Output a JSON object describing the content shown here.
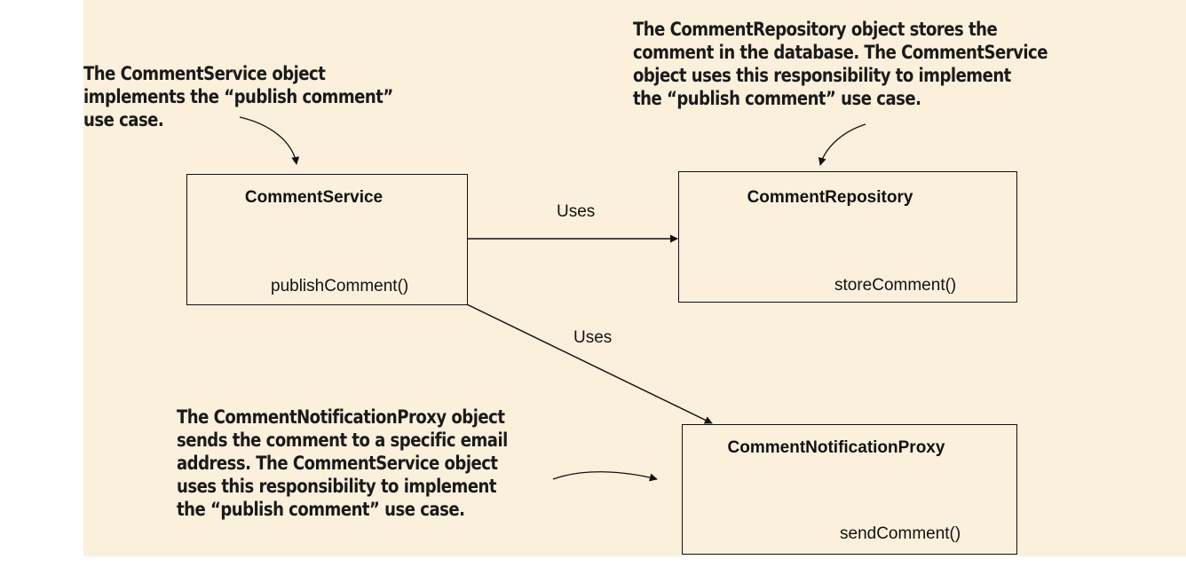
{
  "notes": {
    "service": [
      "The CommentService object",
      "implements the “publish comment”",
      "use case."
    ],
    "repository": [
      "The CommentRepository object stores the",
      "comment in the database. The CommentService",
      "object uses this responsibility to implement",
      "the “publish comment” use case."
    ],
    "proxy": [
      "The CommentNotificationProxy object",
      "sends the comment to a specific email",
      "address. The CommentService object",
      "uses this responsibility to implement",
      "the “publish comment” use case."
    ]
  },
  "boxes": {
    "service": {
      "title": "CommentService",
      "method": "publishComment()"
    },
    "repository": {
      "title": "CommentRepository",
      "method": "storeComment()"
    },
    "proxy": {
      "title": "CommentNotificationProxy",
      "method": "sendComment()"
    }
  },
  "edges": {
    "service_to_repository": "Uses",
    "service_to_proxy": "Uses"
  },
  "colors": {
    "panel_background": "#fbf0dc",
    "ink": "#111111"
  }
}
